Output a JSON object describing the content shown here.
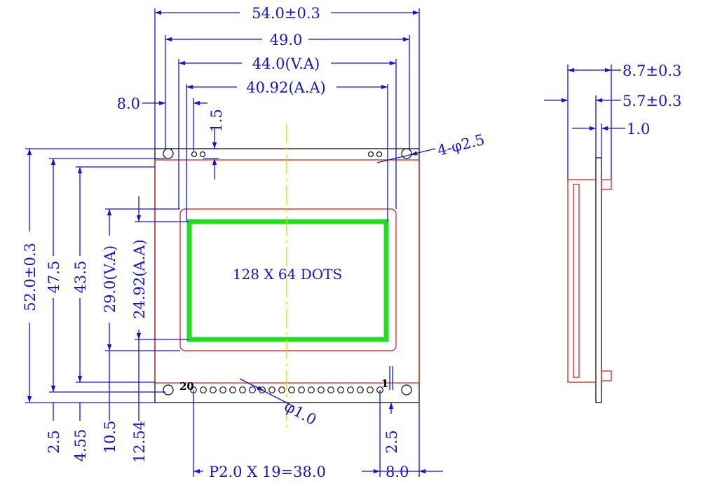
{
  "front": {
    "width_overall": "54.0±0.3",
    "hole_pitch_h": "49.0",
    "view_area_w": "44.0(V.A)",
    "active_area_w": "40.92(A.A)",
    "left_offset": "8.0",
    "top_small": "1.5",
    "mount_holes": "4-φ2.5",
    "height_overall": "52.0±0.3",
    "hole_pitch_v": "47.5",
    "h_43_5": "43.5",
    "view_area_h": "29.0(V.A)",
    "active_area_h": "24.92(A.A)",
    "b_2_5": "2.5",
    "b_4_55": "4.55",
    "b_10_5": "10.5",
    "b_12_54": "12.54",
    "pin_pitch": "P2.0  X  19=38.0",
    "right_offset": "8.0",
    "right_2_5": "2.5",
    "pin_hole": "φ1.0",
    "pin_20": "20",
    "pin_1": "1",
    "dots_label": "128  X  64  DOTS"
  },
  "side": {
    "thickness_total": "8.7±0.3",
    "thickness_mid": "5.7±0.3",
    "pcb": "1.0"
  },
  "colors": {
    "dimension": "#1414c8",
    "outline": "#111111",
    "bezel": "#d21414",
    "active_area": "#22dd22",
    "centerline": "#f0d000"
  }
}
